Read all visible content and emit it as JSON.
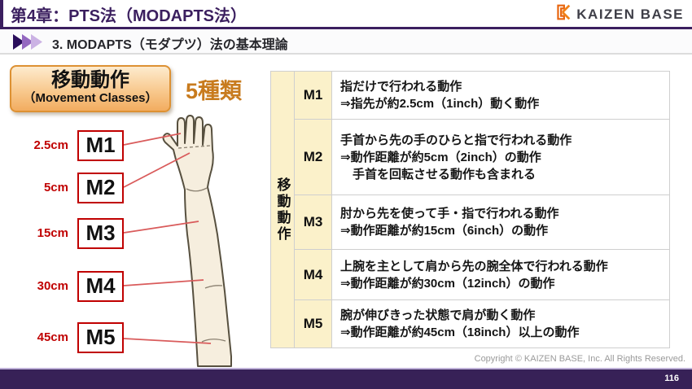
{
  "header": {
    "title": "第4章：PTS法（MODAPTS法）",
    "logo_text": "KAIZEN BASE"
  },
  "subheader": {
    "label": "3.  MODAPTS（モダプツ）法の基本理論"
  },
  "lesson": {
    "topic_title": "移動動作",
    "topic_subtitle": "（Movement Classes）",
    "count_label": "5種類"
  },
  "diagram": {
    "labels": [
      {
        "code": "M1",
        "distance": "2.5cm"
      },
      {
        "code": "M2",
        "distance": "5cm"
      },
      {
        "code": "M3",
        "distance": "15cm"
      },
      {
        "code": "M4",
        "distance": "30cm"
      },
      {
        "code": "M5",
        "distance": "45cm"
      }
    ]
  },
  "table": {
    "row_header": "移動動作",
    "rows": [
      {
        "code": "M1",
        "lines": [
          "指だけで行われる動作",
          "⇒指先が約2.5cm（1inch）動く動作"
        ]
      },
      {
        "code": "M2",
        "lines": [
          "手首から先の手のひらと指で行われる動作",
          "⇒動作距離が約5cm（2inch）の動作",
          "　手首を回転させる動作も含まれる"
        ]
      },
      {
        "code": "M3",
        "lines": [
          "肘から先を使って手・指で行われる動作",
          "⇒動作距離が約15cm（6inch）の動作"
        ]
      },
      {
        "code": "M4",
        "lines": [
          "上腕を主として肩から先の腕全体で行われる動作",
          "⇒動作距離が約30cm（12inch）の動作"
        ]
      },
      {
        "code": "M5",
        "lines": [
          "腕が伸びきった状態で肩が動く動作",
          "⇒動作距離が約45cm（18inch）以上の動作"
        ]
      }
    ]
  },
  "footer": {
    "copyright": "Copyright ©  KAIZEN BASE, Inc.  All Rights Reserved.",
    "page_number": "116"
  },
  "colors": {
    "accent_purple": "#3B1F5F",
    "footer_purple": "#372157",
    "brand_orange": "#F08119",
    "red_accent": "#C00000",
    "table_cream": "#FBF1CA",
    "count_gold": "#C87B1E"
  }
}
